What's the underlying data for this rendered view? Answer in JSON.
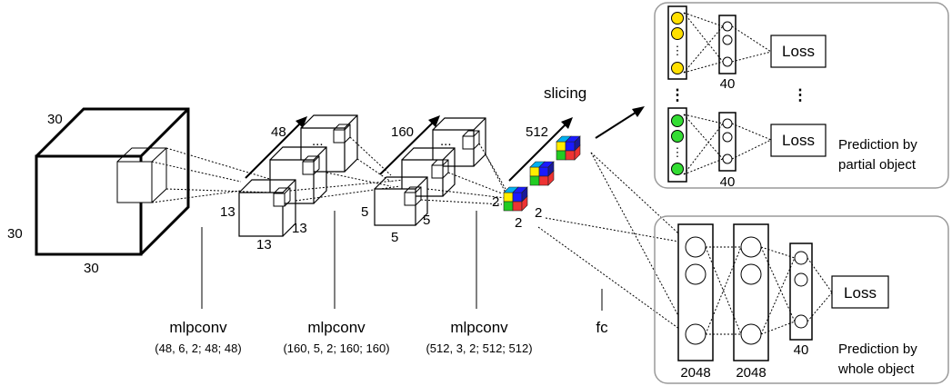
{
  "input_dims": {
    "depth": "30",
    "height": "30",
    "width": "30"
  },
  "layer1": {
    "channels": "48",
    "size_a": "13",
    "size_b": "13",
    "size_c": "13",
    "dots": "..."
  },
  "layer2": {
    "channels": "160",
    "size_a": "5",
    "size_b": "5",
    "size_c": "5",
    "dots": "..."
  },
  "layer3": {
    "channels": "512",
    "size_a": "2",
    "size_b": "2",
    "size_c": "2"
  },
  "stages": [
    {
      "name": "mlpconv",
      "params": "(48, 6, 2; 48; 48)"
    },
    {
      "name": "mlpconv",
      "params": "(160, 5, 2; 160; 160)"
    },
    {
      "name": "mlpconv",
      "params": "(512, 3, 2; 512; 512)"
    },
    {
      "name": "fc",
      "params": ""
    }
  ],
  "slicing_label": "slicing",
  "partial_panel": {
    "loss_top": "Loss",
    "loss_bottom": "Loss",
    "units_top": "40",
    "units_bottom": "40",
    "vdots_left": "⋮",
    "vdots_right": "⋮",
    "vdots_col": "⋮",
    "caption_line1": "Prediction by",
    "caption_line2": "partial object"
  },
  "whole_panel": {
    "loss": "Loss",
    "units": [
      "2048",
      "2048",
      "40"
    ],
    "caption_line1": "Prediction by",
    "caption_line2": "whole object"
  },
  "colors": {
    "yellow_node": "#ffe000",
    "green_node": "#33dd33",
    "panel_border": "#9a9a9a",
    "cube_yellow": "#ffee00",
    "cube_blue": "#1a1aff",
    "cube_cyan": "#00b0f0",
    "cube_green": "#22cc22",
    "cube_red": "#ee3333",
    "cube_darkblue": "#1a1a99"
  }
}
